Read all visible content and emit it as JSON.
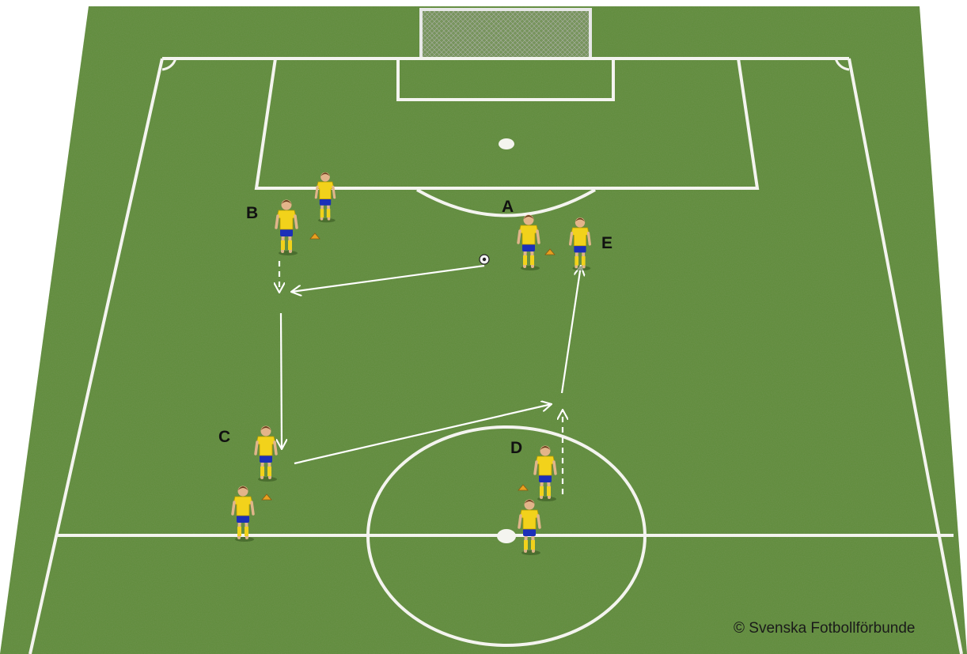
{
  "diagram": {
    "player_labels": {
      "A": "A",
      "B": "B",
      "C": "C",
      "D": "D",
      "E": "E"
    },
    "copyright": "© Svenska Fotbollförbunde"
  },
  "colors": {
    "pitch": "#5f8c3a",
    "pitch_dark": "#4d7a2c",
    "lines": "#f4f4ef",
    "shirt": "#f2d21b",
    "shorts": "#1c2fb8",
    "cone": "#e8a020"
  },
  "icons": [
    "soccer-ball-icon",
    "player-figure-icon",
    "training-cone-icon",
    "goal-net-icon"
  ]
}
